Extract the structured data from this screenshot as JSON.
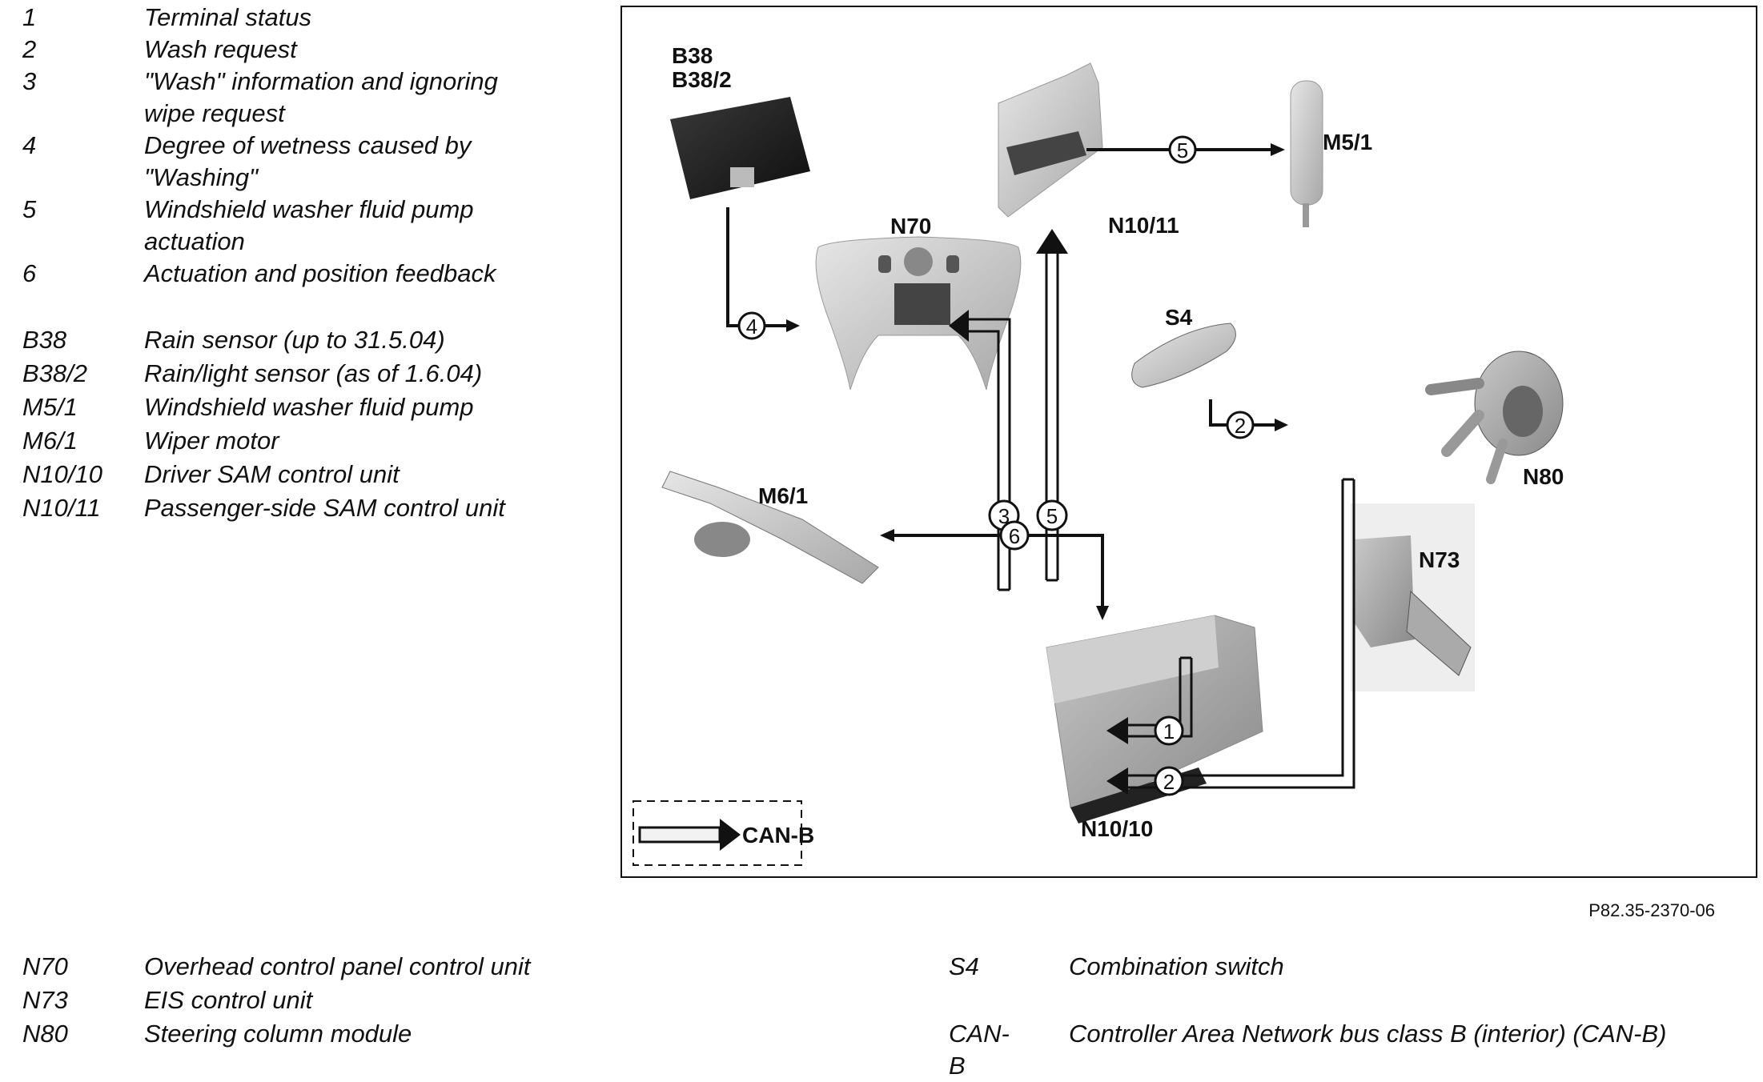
{
  "legend_signals": [
    {
      "code": "1",
      "lines": [
        "Terminal status"
      ]
    },
    {
      "code": "2",
      "lines": [
        "Wash request"
      ]
    },
    {
      "code": "3",
      "lines": [
        "\"Wash\" information and ignoring",
        "wipe request"
      ]
    },
    {
      "code": "4",
      "lines": [
        "Degree of wetness caused by",
        "\"Washing\""
      ]
    },
    {
      "code": "5",
      "lines": [
        "Windshield washer fluid pump",
        "actuation"
      ]
    },
    {
      "code": "6",
      "lines": [
        "Actuation and position feedback"
      ]
    }
  ],
  "legend_components": [
    {
      "code": "B38",
      "desc": "Rain sensor (up to 31.5.04)"
    },
    {
      "code": "B38/2",
      "desc": "Rain/light sensor (as of 1.6.04)"
    },
    {
      "code": "M5/1",
      "desc": "Windshield washer fluid pump"
    },
    {
      "code": "M6/1",
      "desc": "Wiper motor"
    },
    {
      "code": "N10/10",
      "desc": "Driver SAM control unit"
    },
    {
      "code": "N10/11",
      "desc": "Passenger-side SAM control unit"
    }
  ],
  "legend_bottom_left": [
    {
      "code": "N70",
      "desc": "Overhead control panel control unit"
    },
    {
      "code": "N73",
      "desc": "EIS control unit"
    },
    {
      "code": "N80",
      "desc": "Steering column module"
    }
  ],
  "legend_bottom_right": [
    {
      "code": "S4",
      "desc": "Combination switch"
    },
    {
      "code": "CAN-B",
      "desc": "Controller Area Network bus class B (interior) (CAN-B)"
    }
  ],
  "figure_id": "P82.35-2370-06",
  "diagram": {
    "components": {
      "b38": [
        "B38",
        "B38/2"
      ],
      "n70": "N70",
      "n10_11": "N10/11",
      "m5_1": "M5/1",
      "s4": "S4",
      "n80": "N80",
      "m6_1": "M6/1",
      "n73": "N73",
      "n10_10": "N10/10"
    },
    "signals": {
      "s1": "1",
      "s2a": "2",
      "s2b": "2",
      "s3": "3",
      "s4": "4",
      "s5a": "5",
      "s5b": "5",
      "s6": "6"
    },
    "can_legend_label": "CAN-B"
  }
}
